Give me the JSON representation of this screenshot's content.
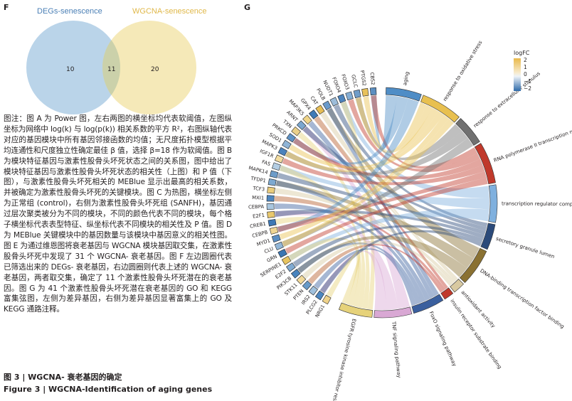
{
  "panels": {
    "f": "F",
    "g": "G"
  },
  "venn": {
    "left_label": "DEGs-senescence",
    "right_label": "WGCNA-senescence",
    "left_only": "10",
    "overlap": "11",
    "right_only": "20",
    "left_color": "#a9c9e3",
    "right_color": "#f3e3a6",
    "left_text_color": "#4a7fb5",
    "right_text_color": "#e0b84a"
  },
  "caption": {
    "body": "图注：图 A 为 Power 图，左右两图的横坐标均代表软阈值，左图纵坐标为网络中 log(k) 与 log(p(k)) 相关系数的平方 R²，右图纵轴代表对应的基因模块中所有基因邻接函数的均值；无尺度拓扑模型根据平均连通性和尺度独立性确定最佳 β 值，选择 β=18 作为软阈值。图 B 为模块特征基因与激素性股骨头坏死状态之间的关系图，图中给出了模块特征基因与激素性股骨头坏死状态的相关性（上图）和 P 值（下图），与激素性股骨头坏死相关的 MEBlue 显示出最高的相关系数，并被确定为激素性股骨头坏死的关键模块。图 C 为热图，横坐标左侧为正常组 (control)，右侧为激素性股骨头坏死组 (SANFH)，基因通过层次聚类被分为不同的模块，不同的颜色代表不同的模块，每个格子横坐标代表表型特征、纵坐标代表不同模块的相关性及 P 值。图 D 为 MEBlue 关键模块中的基因数量与该模块中基因意义的相关性图。图 E 为通过维恩图将衰老基因与 WGCNA 模块基因取交集，在激素性股骨头坏死中发现了 31 个 WGCNA- 衰老基因。图 F 左边圆圈代表已筛选出来的 DEGs- 衰老基因，右边圆圈则代表上述的 WGCNA- 衰老基因，两者取交集，确定了 11 个激素性股骨头坏死潜在的衰老基因。图 G 为 41 个激素性股骨头坏死潜在衰老基因的 GO 和 KEGG 富集弦图，左侧为差异基因，右侧为差异基因显著富集上的 GO 及 KEGG 通路注释。",
    "title_cn": "图 3  |  WGCNA- 衰老基因的确定",
    "title_en": "Figure 3  |  WGCNA-Identification of aging genes"
  },
  "chord": {
    "legend_title": "logFC",
    "legend_ticks": [
      "2",
      "1",
      "0",
      "−1",
      "−2"
    ],
    "genes": [
      "CBS2",
      "PTGS2",
      "GCLC",
      "FOXO3",
      "FOXO4",
      "NUDT1",
      "POLB",
      "CAT",
      "GPX4",
      "MAP3K5",
      "ARNT",
      "TXN",
      "PRKCD",
      "SOD1",
      "MAPK3",
      "IGF1R",
      "FAS",
      "MAPK14",
      "TFDP1",
      "TCF3",
      "MXI1",
      "CEBPA",
      "E2F1",
      "CREB1",
      "CEBPB",
      "MYD1",
      "CLU",
      "GRN",
      "SERPINE1",
      "E2F2",
      "PIK3CB",
      "STK11",
      "PTEN",
      "IRS2",
      "PLCG2",
      "NRG1"
    ],
    "gene_colors": [
      "#5b8ec0",
      "#e8c15a",
      "#6f9dc9",
      "#85add3",
      "#4d84bd",
      "#9cbcd9",
      "#6a9acb",
      "#e6bd55",
      "#3f7ab7",
      "#f0d58a",
      "#7aa6cf",
      "#ead08a",
      "#5f92c5",
      "#8fb4d6",
      "#4a82bc",
      "#f2dca0",
      "#b3cde3",
      "#6d9cc9",
      "#7da9d1",
      "#eacc7c",
      "#4f86be",
      "#a9c7e0",
      "#e9c86d",
      "#3d78b5",
      "#efd593",
      "#5a8ec3",
      "#92b6d7",
      "#3b75b2",
      "#e7c460",
      "#80aad2",
      "#4883bd",
      "#f1d99a",
      "#6699c8",
      "#a0c0dc",
      "#4c85bf",
      "#efd28a"
    ],
    "terms": [
      "aging",
      "response to oxidative stress",
      "response to extracellular stimulus",
      "RNA polymerase II transcription regulator complex",
      "transcription regulator complex",
      "secretory granule lumen",
      "DNA-binding transcription factor binding",
      "antioxidant activity",
      "insulin receptor substrate binding",
      "FoxO signaling pathway",
      "TNF signaling pathway",
      "EGFR tyrosine kinase inhibitor resistance"
    ],
    "term_colors": [
      "#4f8dc6",
      "#e8c050",
      "#707070",
      "#c0392b",
      "#7fb0de",
      "#2b4a7a",
      "#8a7132",
      "#d8c9a0",
      "#c0392b",
      "#3a5f9e",
      "#d9a8d4",
      "#e6d27a"
    ],
    "term_label_colors": [
      "#e6f0fb",
      "#fff7d8",
      "#ececec",
      "#f8dcdc",
      "#e5f0fb",
      "#dde4ef",
      "#efe7d2",
      "#f7f2e3",
      "#f8dcdc",
      "#dfe7f4",
      "#f7e4f4",
      "#faf3d4"
    ]
  }
}
